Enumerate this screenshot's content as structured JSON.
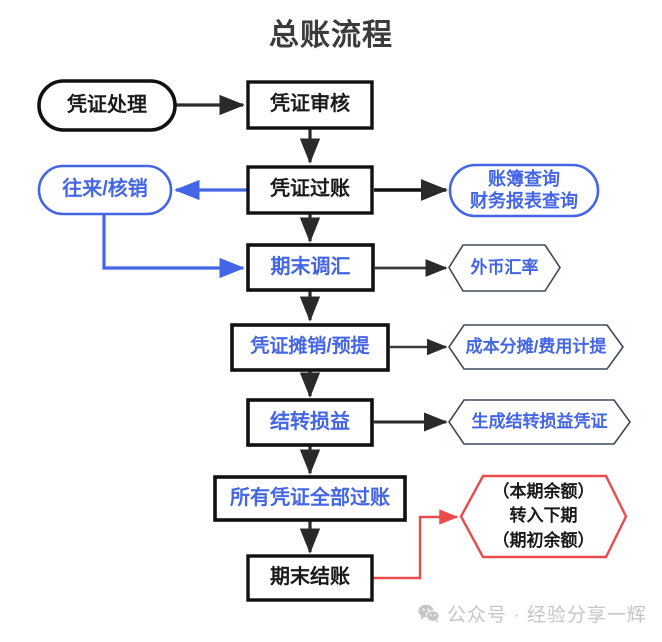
{
  "title": "总账流程",
  "colors": {
    "blue": "#4466e6",
    "black": "#1a1a1a",
    "red": "#ea4b4b",
    "hex_border": "#3b4a5a",
    "title": "#3b3b3b",
    "watermark": "#c6c6c6"
  },
  "nodes": {
    "start": {
      "label": "凭证处理",
      "shape": "stadium",
      "border": "black",
      "text": "black"
    },
    "audit": {
      "label": "凭证审核",
      "shape": "rect",
      "border": "black",
      "text": "black"
    },
    "posting": {
      "label": "凭证过账",
      "shape": "rect",
      "border": "black",
      "text": "black"
    },
    "clearing": {
      "label": "往来/核销",
      "shape": "stadium",
      "border": "blue",
      "text": "blue"
    },
    "query": {
      "line1": "账簿查询",
      "line2": "财务报表查询",
      "shape": "stadium",
      "border": "blue",
      "text": "blue"
    },
    "fx": {
      "label": "期末调汇",
      "shape": "rect",
      "border": "black",
      "text": "blue"
    },
    "fx_rate": {
      "label": "外币汇率",
      "shape": "hexagon",
      "border": "hex_border",
      "text": "blue"
    },
    "amortize": {
      "label": "凭证摊销/预提",
      "shape": "rect",
      "border": "black",
      "text": "blue"
    },
    "cost": {
      "label": "成本分摊/费用计提",
      "shape": "hexagon",
      "border": "hex_border",
      "text": "blue"
    },
    "pl": {
      "label": "结转损益",
      "shape": "rect",
      "border": "black",
      "text": "blue"
    },
    "pl_voucher": {
      "label": "生成结转损益凭证",
      "shape": "hexagon",
      "border": "hex_border",
      "text": "blue"
    },
    "all_posted": {
      "label": "所有凭证全部过账",
      "shape": "rect",
      "border": "black",
      "text": "blue"
    },
    "closing": {
      "label": "期末结账",
      "shape": "rect",
      "border": "black",
      "text": "black"
    },
    "carry": {
      "line1": "（本期余额）",
      "line2": "转入下期",
      "line3": "（期初余额）",
      "shape": "hexagon",
      "border": "red",
      "text": "black"
    }
  },
  "edges": [
    {
      "from": "start",
      "to": "audit",
      "color": "black"
    },
    {
      "from": "audit",
      "to": "posting",
      "color": "black"
    },
    {
      "from": "posting",
      "to": "clearing",
      "color": "blue"
    },
    {
      "from": "posting",
      "to": "query",
      "color": "black"
    },
    {
      "from": "posting",
      "to": "fx",
      "color": "black"
    },
    {
      "from": "clearing",
      "to": "fx",
      "color": "blue"
    },
    {
      "from": "fx",
      "to": "fx_rate",
      "color": "black"
    },
    {
      "from": "fx",
      "to": "amortize",
      "color": "black"
    },
    {
      "from": "amortize",
      "to": "cost",
      "color": "black"
    },
    {
      "from": "amortize",
      "to": "pl",
      "color": "black"
    },
    {
      "from": "pl",
      "to": "pl_voucher",
      "color": "black"
    },
    {
      "from": "pl",
      "to": "all_posted",
      "color": "black"
    },
    {
      "from": "all_posted",
      "to": "closing",
      "color": "black"
    },
    {
      "from": "closing",
      "to": "carry",
      "color": "red"
    }
  ],
  "watermark": {
    "text": "公众号 · 经验分享一辉",
    "icon": "wechat-icon"
  }
}
